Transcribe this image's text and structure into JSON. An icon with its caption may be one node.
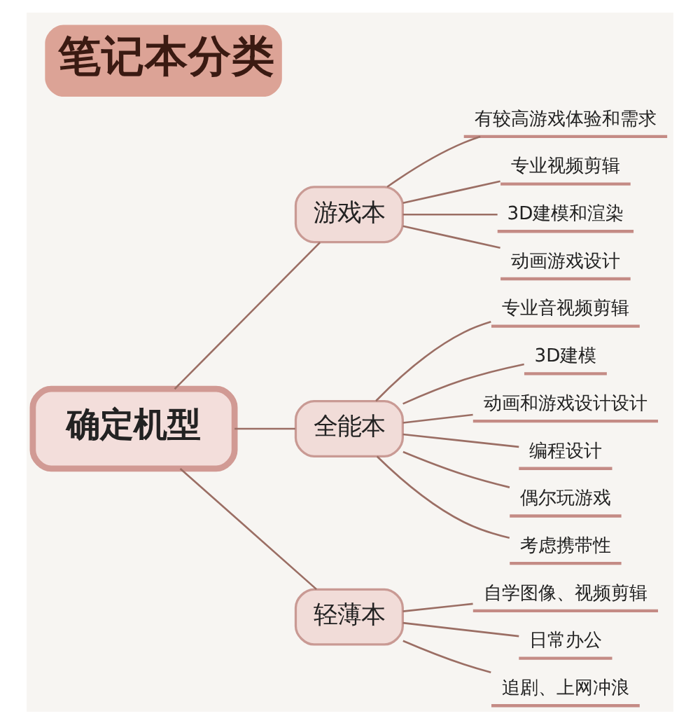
{
  "diagram": {
    "title": "笔记本分类",
    "nodes": [
      {
        "text": [
          "确定机型"
        ]
      },
      {
        "text": [
          "游戏本"
        ]
      },
      {
        "text": [
          "有较高游戏体验和需求"
        ]
      },
      {
        "text": [
          "专业视频剪辑"
        ]
      },
      {
        "text": [
          "3D建模和渲染"
        ]
      },
      {
        "text": [
          "动画游戏设计"
        ]
      },
      {
        "text": [
          "全能本"
        ]
      },
      {
        "text": [
          "专业音视频剪辑"
        ]
      },
      {
        "text": [
          "3D建模"
        ]
      },
      {
        "text": [
          "动画和游戏设计设计"
        ]
      },
      {
        "text": [
          "编程设计"
        ]
      },
      {
        "text": [
          "偶尔玩游戏"
        ]
      },
      {
        "text": [
          "考虑携带性"
        ]
      },
      {
        "text": [
          "轻薄本"
        ]
      },
      {
        "text": [
          "自学图像、视频剪辑"
        ]
      },
      {
        "text": [
          "日常办公"
        ]
      },
      {
        "text": [
          "追剧、上网冲浪"
        ]
      }
    ],
    "edges": [
      {
        "from": 0,
        "to": 1,
        "arrow": "none"
      },
      {
        "from": 1,
        "to": 2,
        "arrow": "none"
      },
      {
        "from": 1,
        "to": 3,
        "arrow": "none"
      },
      {
        "from": 1,
        "to": 4,
        "arrow": "none"
      },
      {
        "from": 1,
        "to": 5,
        "arrow": "none"
      },
      {
        "from": 0,
        "to": 6,
        "arrow": "none"
      },
      {
        "from": 6,
        "to": 7,
        "arrow": "none"
      },
      {
        "from": 6,
        "to": 8,
        "arrow": "none"
      },
      {
        "from": 6,
        "to": 9,
        "arrow": "none"
      },
      {
        "from": 6,
        "to": 10,
        "arrow": "none"
      },
      {
        "from": 6,
        "to": 11,
        "arrow": "none"
      },
      {
        "from": 6,
        "to": 12,
        "arrow": "none"
      },
      {
        "from": 0,
        "to": 13,
        "arrow": "none"
      },
      {
        "from": 13,
        "to": 14,
        "arrow": "none"
      },
      {
        "from": 13,
        "to": 15,
        "arrow": "none"
      },
      {
        "from": 13,
        "to": 16,
        "arrow": "none"
      }
    ]
  }
}
